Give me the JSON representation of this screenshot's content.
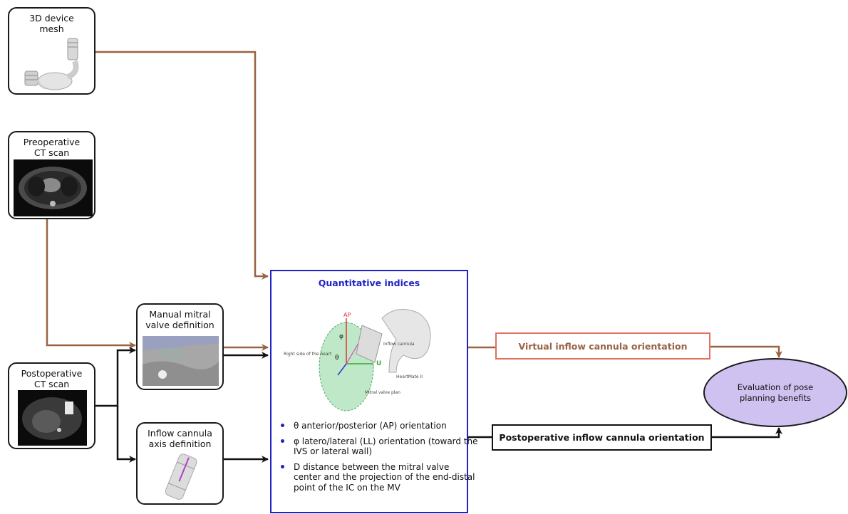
{
  "nodes": {
    "mesh": {
      "lines": [
        "3D device",
        "mesh"
      ]
    },
    "preop": {
      "lines": [
        "Preoperative",
        "CT scan"
      ]
    },
    "postop": {
      "lines": [
        "Postoperative",
        "CT scan"
      ]
    },
    "mitral": {
      "lines": [
        "Manual mitral",
        "valve definition"
      ]
    },
    "cannula": {
      "lines": [
        "Inflow cannula",
        "axis definition"
      ]
    }
  },
  "quant": {
    "title": "Quantitative indices",
    "figure_labels": {
      "ap": "AP",
      "phi": "φ",
      "theta": "θ",
      "u": "U",
      "inflow": "Inflow cannula",
      "right_side": "Right side of the heart",
      "heartmate": "HeartMate II",
      "mitral_plane": "Mitral valve plan"
    },
    "bullets": [
      "θ anterior/posterior (AP) orientation",
      "φ latero/lateral (LL) orientation (toward the IVS or lateral wall)",
      "D distance between the mitral valve center and the projection of the end-distal point of the IC on the MV"
    ]
  },
  "virtual": "Virtual inflow cannula orientation",
  "postop_orientation": "Postoperative inflow cannula orientation",
  "evaluation": {
    "lines": [
      "Evaluation of pose",
      "planning benefits"
    ]
  },
  "colors": {
    "brown": "#9a6244",
    "blue": "#1f22c8",
    "salmon": "#e07060",
    "lavender": "#cfc1f0"
  }
}
